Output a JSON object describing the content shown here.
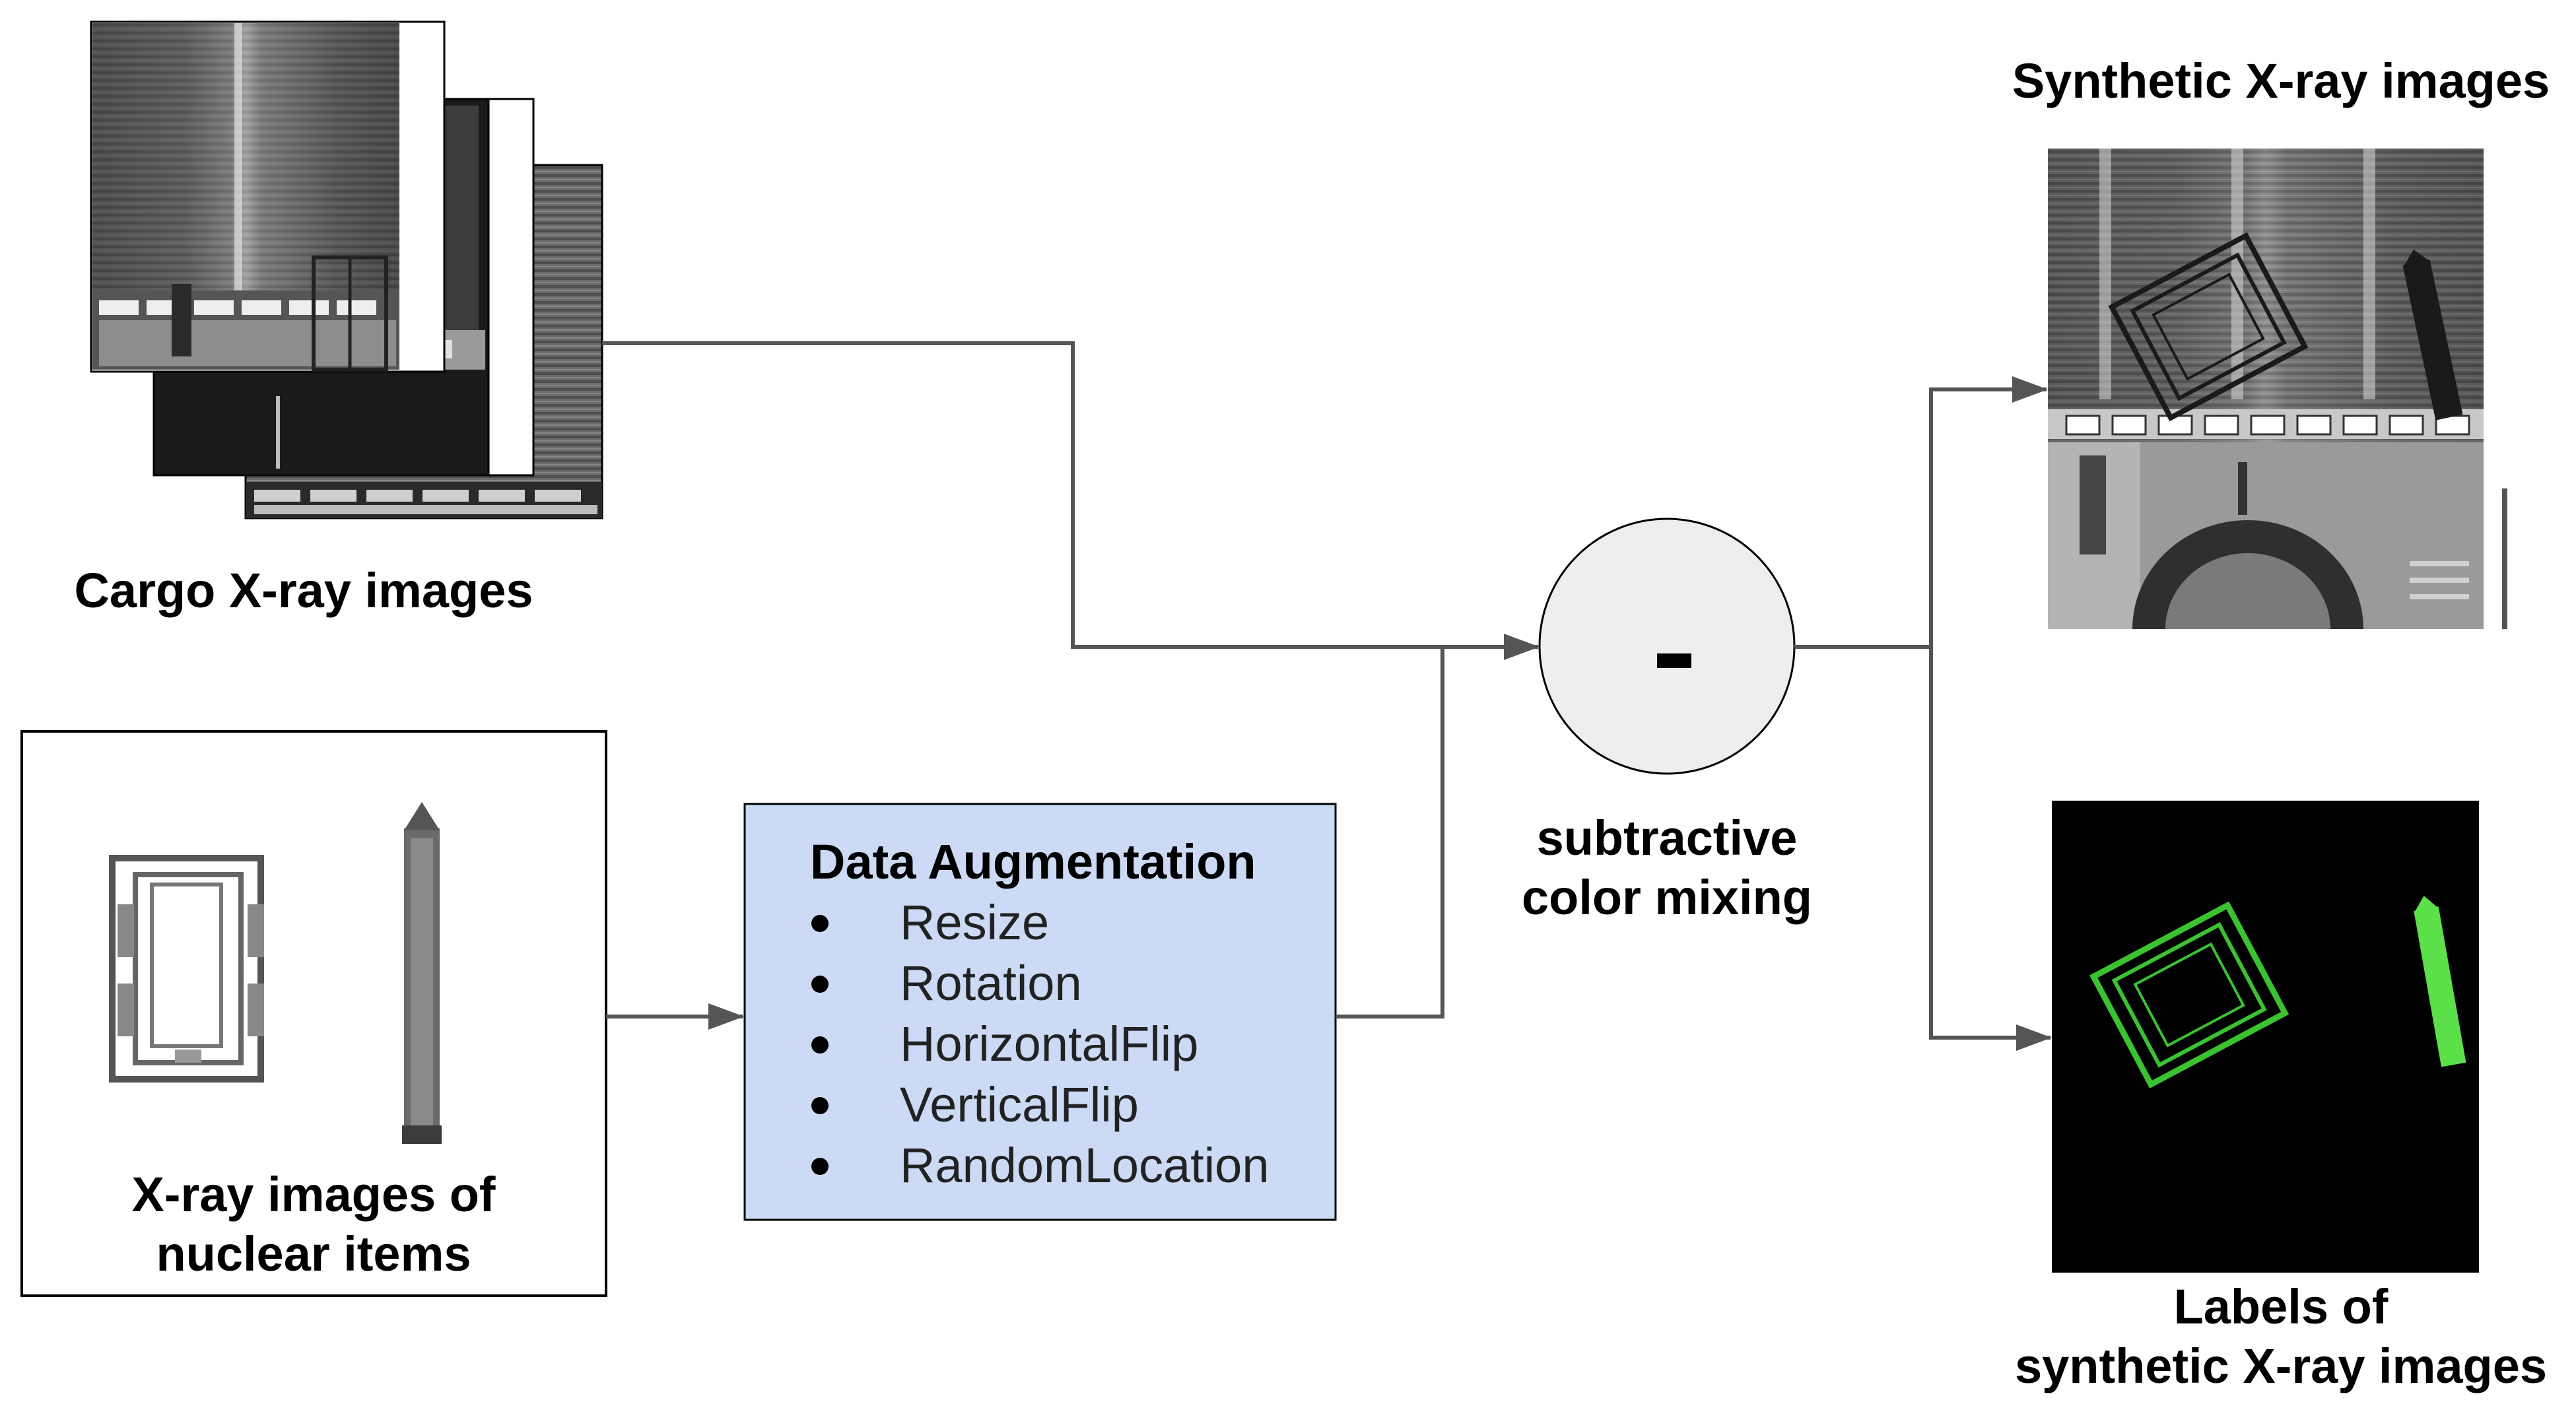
{
  "labels": {
    "cargo": "Cargo X-ray images",
    "nuclear_line1": "X-ray images of",
    "nuclear_line2": "nuclear items",
    "mixing_line1": "subtractive",
    "mixing_line2": "color mixing",
    "synthetic": "Synthetic X-ray images",
    "labels_line1": "Labels of",
    "labels_line2": "synthetic X-ray images"
  },
  "augmentation": {
    "title": "Data Augmentation",
    "items": [
      "Resize",
      "Rotation",
      "HorizontalFlip",
      "VerticalFlip",
      "RandomLocation"
    ]
  },
  "operator": "-",
  "colors": {
    "arrow": "#555555",
    "aug_box_fill": "#ccdaf5",
    "mix_circle_fill": "#eeeeee",
    "label_green": "#3bc230"
  }
}
